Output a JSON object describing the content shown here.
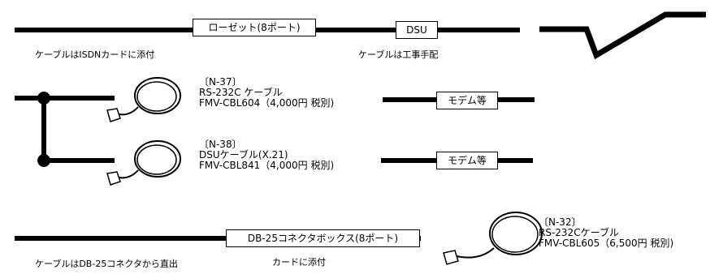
{
  "row1": {
    "outlet_box": "ローゼット(8ポート)",
    "dsu_box": "DSU",
    "caption_left": "ケーブルはISDNカードに添付",
    "caption_right": "ケーブルは工事手配"
  },
  "cables": [
    {
      "code": "〔N-37〕",
      "name": "RS-232C ケーブル",
      "model": "FMV-CBL604（4,000円 税別)"
    },
    {
      "code": "〔N-38〕",
      "name": "DSUケーブル(X.21)",
      "model": "FMV-CBL841（4,000円 税別)"
    },
    {
      "code": "〔N-32〕",
      "name": "RS-232Cケーブル",
      "model": "FMV-CBL605（6,500円 税別)"
    }
  ],
  "modem_boxes": [
    "モデム等",
    "モデム等"
  ],
  "row4": {
    "box": "DB-25コネクタボックス(8ポート)",
    "caption_left": "ケーブルはDB-25コネクタから直出",
    "caption_right": "カードに添付"
  },
  "icons": [
    "zigzag-break-icon",
    "coiled-cable-icon",
    "junction-dot-icon"
  ],
  "colors": {
    "line": "#000000",
    "background": "#ffffff"
  }
}
